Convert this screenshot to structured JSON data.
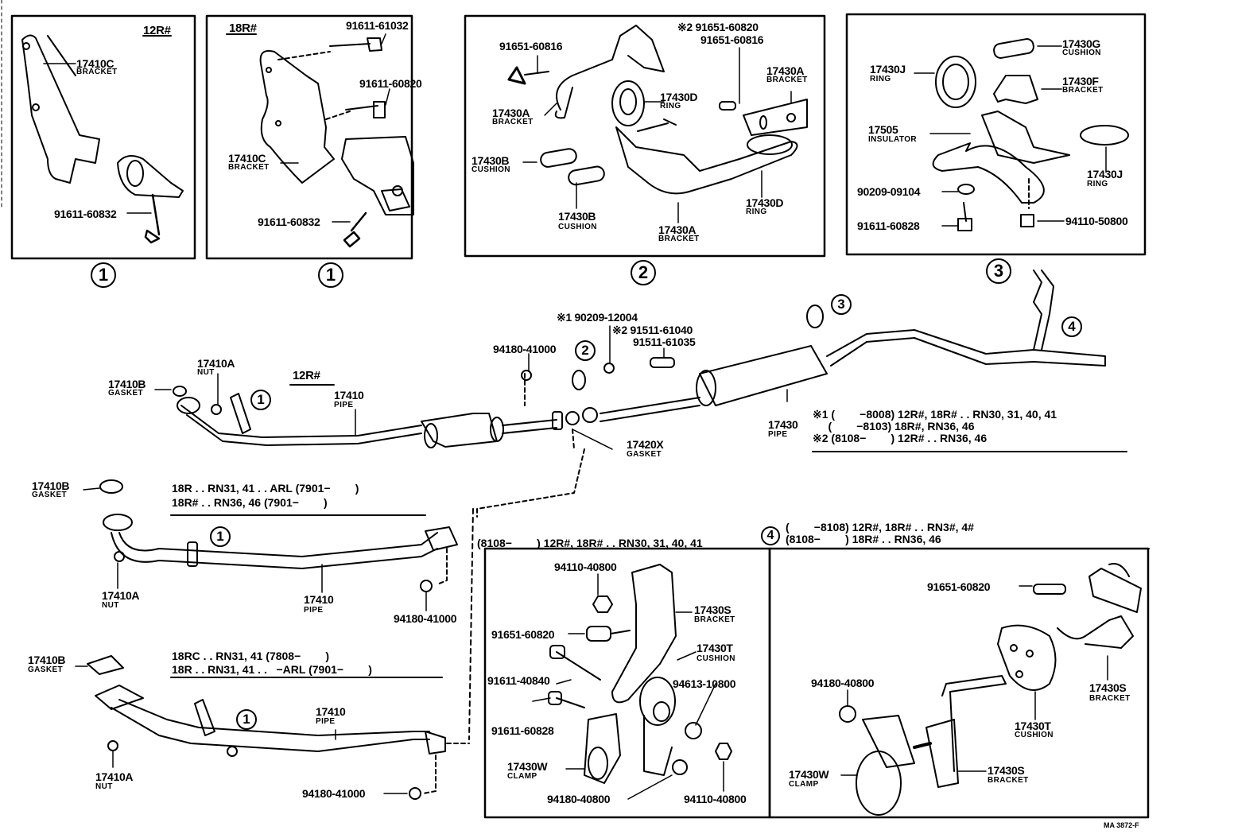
{
  "document_code": "MA 3872-F",
  "panels": {
    "panel_1a": {
      "callout": "1",
      "variant": "12R#",
      "labels": [
        {
          "part": "17410C",
          "name": "BRACKET"
        },
        {
          "part": "91611-60832",
          "name": ""
        }
      ]
    },
    "panel_1b": {
      "callout": "1",
      "variant": "18R#",
      "labels": [
        {
          "part": "91611-61032",
          "name": ""
        },
        {
          "part": "91611-60820",
          "name": ""
        },
        {
          "part": "17410C",
          "name": "BRACKET"
        },
        {
          "part": "91611-60832",
          "name": ""
        }
      ]
    },
    "panel_2": {
      "callout": "2",
      "labels": [
        {
          "part": "91651-60816",
          "name": ""
        },
        {
          "part": "※2 91651-60820",
          "name": ""
        },
        {
          "part": "91651-60816",
          "name": ""
        },
        {
          "part": "17430A",
          "name": "BRACKET"
        },
        {
          "part": "17430D",
          "name": "RING"
        },
        {
          "part": "17430A",
          "name": "BRACKET"
        },
        {
          "part": "17430B",
          "name": "CUSHION"
        },
        {
          "part": "17430B",
          "name": "CUSHION"
        },
        {
          "part": "17430A",
          "name": "BRACKET"
        },
        {
          "part": "17430D",
          "name": "RING"
        }
      ]
    },
    "panel_3": {
      "callout": "3",
      "labels": [
        {
          "part": "17430J",
          "name": "RING"
        },
        {
          "part": "17430G",
          "name": "CUSHION"
        },
        {
          "part": "17430F",
          "name": "BRACKET"
        },
        {
          "part": "17505",
          "name": "INSULATOR"
        },
        {
          "part": "17430J",
          "name": "RING"
        },
        {
          "part": "90209-09104",
          "name": ""
        },
        {
          "part": "91611-60828",
          "name": ""
        },
        {
          "part": "94110-50800",
          "name": ""
        }
      ]
    },
    "panel_4a": {
      "labels": [
        {
          "part": "94110-40800",
          "name": ""
        },
        {
          "part": "17430S",
          "name": "BRACKET"
        },
        {
          "part": "91651-60820",
          "name": ""
        },
        {
          "part": "17430T",
          "name": "CUSHION"
        },
        {
          "part": "91611-40840",
          "name": ""
        },
        {
          "part": "94613-10800",
          "name": ""
        },
        {
          "part": "91611-60828",
          "name": ""
        },
        {
          "part": "17430W",
          "name": "CLAMP"
        },
        {
          "part": "94180-40800",
          "name": ""
        },
        {
          "part": "94110-40800",
          "name": ""
        }
      ]
    },
    "panel_4b": {
      "labels": [
        {
          "part": "91651-60820",
          "name": ""
        },
        {
          "part": "17430S",
          "name": "BRACKET"
        },
        {
          "part": "94180-40800",
          "name": ""
        },
        {
          "part": "17430T",
          "name": "CUSHION"
        },
        {
          "part": "17430W",
          "name": "CLAMP"
        },
        {
          "part": "17430S",
          "name": "BRACKET"
        }
      ]
    }
  },
  "main_assembly": {
    "labels": [
      {
        "part": "17410B",
        "name": "GASKET"
      },
      {
        "part": "17410A",
        "name": "NUT"
      },
      {
        "part": "17410",
        "name": "PIPE"
      },
      {
        "part": "94180-41000",
        "name": ""
      },
      {
        "part": "※1 90209-12004",
        "name": ""
      },
      {
        "part": "※2 91511-61040",
        "name": ""
      },
      {
        "part": "91511-61035",
        "name": ""
      },
      {
        "part": "17420X",
        "name": "GASKET"
      },
      {
        "part": "17430",
        "name": "PIPE"
      }
    ],
    "variant": "12R#",
    "callouts": [
      "1",
      "2",
      "3",
      "4"
    ],
    "applicability_notes": [
      "※1 (        −8008) 12R#, 18R# . . RN30, 31, 40, 41",
      "     (        −8103) 18R#, RN36, 46",
      "※2 (8108−        ) 12R# . . RN36, 46"
    ]
  },
  "variant_pipe_b": {
    "callout": "1",
    "notes": [
      "18R . . RN31, 41 . . ARL (7901−        )",
      "18R# . . RN36, 46 (7901−        )"
    ],
    "labels": [
      {
        "part": "17410B",
        "name": "GASKET"
      },
      {
        "part": "17410A",
        "name": "NUT"
      },
      {
        "part": "17410",
        "name": "PIPE"
      },
      {
        "part": "94180-41000",
        "name": ""
      }
    ]
  },
  "variant_pipe_c": {
    "callout": "1",
    "notes": [
      "18RC . . RN31, 41 (7808−        )",
      "18R . . RN31, 41 . .   −ARL (7901−        )"
    ],
    "labels": [
      {
        "part": "17410B",
        "name": "GASKET"
      },
      {
        "part": "17410",
        "name": "PIPE"
      },
      {
        "part": "17410A",
        "name": "NUT"
      },
      {
        "part": "94180-41000",
        "name": ""
      }
    ]
  },
  "section_4_header": {
    "left_note": "(8108−        ) 12R#, 18R# . . RN30, 31, 40, 41",
    "callout": "4",
    "right_notes": [
      "(        −8108) 12R#, 18R# . . RN3#, 4#",
      "(8108−        ) 18R# . . RN36, 46"
    ]
  }
}
